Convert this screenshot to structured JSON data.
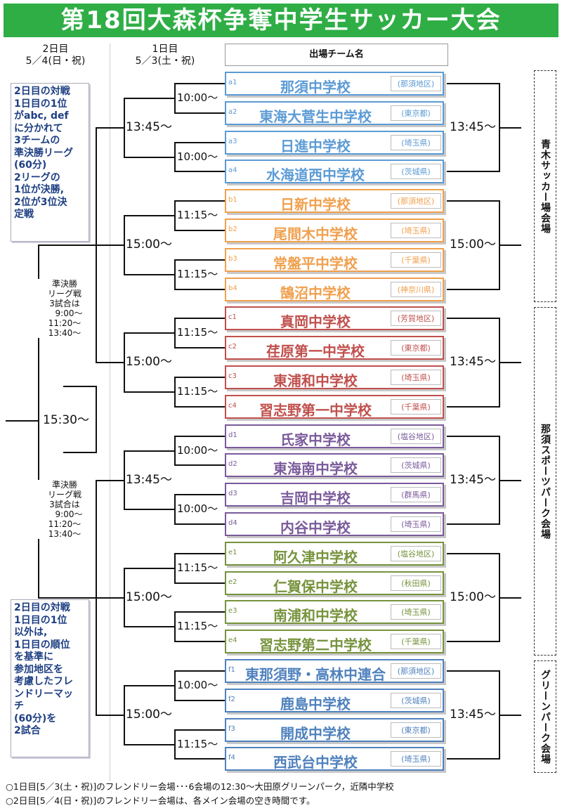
{
  "title": "第18回大森杯争奪中学生サッカー大会",
  "headers": {
    "day2": "2日目",
    "day2_date": "5／4(日・祝)",
    "day1": "1日目",
    "day1_date": "5／3(土・祝)",
    "team_col": "出場チーム名"
  },
  "colors": {
    "a": "#5b9bd5",
    "b": "#f0a04e",
    "c": "#c0504d",
    "d": "#7a5a9b",
    "e": "#76933c",
    "f": "#4f81bd",
    "title_bg": "#2fae46",
    "note_text": "#1d3e82"
  },
  "groups": [
    {
      "key": "a",
      "teams": [
        {
          "code": "a1",
          "name": "那須中学校",
          "region": "(那須地区)"
        },
        {
          "code": "a2",
          "name": "東海大菅生中学校",
          "region": "(東京都)"
        },
        {
          "code": "a3",
          "name": "日進中学校",
          "region": "(埼玉県)"
        },
        {
          "code": "a4",
          "name": "水海道西中学校",
          "region": "(茨城県)"
        }
      ],
      "match1": "10:00～",
      "match2": "10:00～",
      "left": "13:45～",
      "right": "13:45～"
    },
    {
      "key": "b",
      "teams": [
        {
          "code": "b1",
          "name": "日新中学校",
          "region": "(那須地区)"
        },
        {
          "code": "b2",
          "name": "尾間木中学校",
          "region": "(埼玉県)"
        },
        {
          "code": "b3",
          "name": "常盤平中学校",
          "region": "(千葉県)"
        },
        {
          "code": "b4",
          "name": "鵠沼中学校",
          "region": "(神奈川県)"
        }
      ],
      "match1": "11:15～",
      "match2": "11:15～",
      "left": "15:00～",
      "right": "15:00～"
    },
    {
      "key": "c",
      "teams": [
        {
          "code": "c1",
          "name": "真岡中学校",
          "region": "(芳賀地区)"
        },
        {
          "code": "c2",
          "name": "荏原第一中学校",
          "region": "(東京都)"
        },
        {
          "code": "c3",
          "name": "東浦和中学校",
          "region": "(埼玉県)"
        },
        {
          "code": "c4",
          "name": "習志野第一中学校",
          "region": "(千葉県)"
        }
      ],
      "match1": "11:15～",
      "match2": "11:15～",
      "left": "15:00～",
      "right": "13:45～"
    },
    {
      "key": "d",
      "teams": [
        {
          "code": "d1",
          "name": "氏家中学校",
          "region": "(塩谷地区)"
        },
        {
          "code": "d2",
          "name": "東海南中学校",
          "region": "(茨城県)"
        },
        {
          "code": "d3",
          "name": "吉岡中学校",
          "region": "(群馬県)"
        },
        {
          "code": "d4",
          "name": "内谷中学校",
          "region": "(埼玉県)"
        }
      ],
      "match1": "10:00～",
      "match2": "10:00～",
      "left": "13:45～",
      "right": "13:45～"
    },
    {
      "key": "e",
      "teams": [
        {
          "code": "e1",
          "name": "阿久津中学校",
          "region": "(塩谷地区)"
        },
        {
          "code": "e2",
          "name": "仁賀保中学校",
          "region": "(秋田県)"
        },
        {
          "code": "e3",
          "name": "南浦和中学校",
          "region": "(埼玉県)"
        },
        {
          "code": "e4",
          "name": "習志野第二中学校",
          "region": "(千葉県)"
        }
      ],
      "match1": "11:15～",
      "match2": "11:15～",
      "left": "15:00～",
      "right": "15:00～"
    },
    {
      "key": "f",
      "teams": [
        {
          "code": "f1",
          "name": "東那須野・高林中連合",
          "region": "(那須地区)"
        },
        {
          "code": "f2",
          "name": "鹿島中学校",
          "region": "(茨城県)"
        },
        {
          "code": "f3",
          "name": "開成中学校",
          "region": "(東京都)"
        },
        {
          "code": "f4",
          "name": "西武台中学校",
          "region": "(埼玉県)"
        }
      ],
      "match1": "10:00～",
      "match2": "11:15～",
      "left": "15:00～",
      "right": "13:45～"
    }
  ],
  "final_time": "15:30～",
  "semi_note_top": "準決勝\nリーグ戦\n3試合は\n　9:00～\n11:20～\n13:40～",
  "semi_note_bottom": "準決勝\nリーグ戦\n3試合は\n　9:00～\n11:20～\n13:40～",
  "note_top": "2日目の対戦\n1日目の1位\nがabc, def\nに分かれて\n3チームの\n準決勝リーグ\n(60分)\n2リーグの\n1位が決勝,\n2位が3位決\n定戦",
  "note_bottom": "2日目の対戦\n1日目の1位\n以外は,\n1日目の順位\nを基準に\n参加地区を\n考慮したフレ\nンドリーマッ\nチ\n(60分)を\n2試合",
  "venues": {
    "aoki": "青木サッカー場会場",
    "nasu": "那須スポーツパーク会場",
    "green": "グリーンパーク会場"
  },
  "footnotes": {
    "line1": "○1日目[5／3(土・祝)]のフレンドリー会場･･･6会場の12:30～大田原グリーンパーク，近隣中学校",
    "line2": "○2日目[5／4(日・祝)]のフレンドリー会場は、各メイン会場の空き時間です。"
  }
}
